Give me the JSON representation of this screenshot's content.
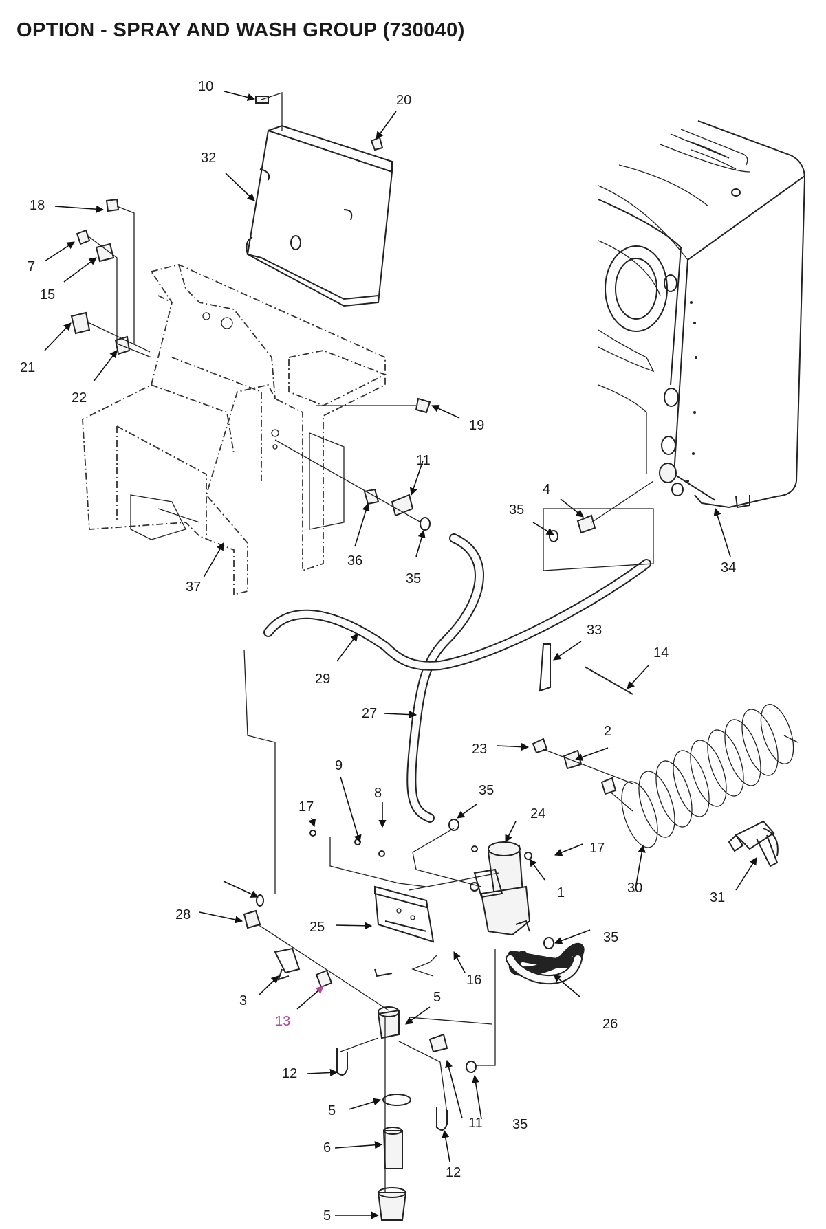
{
  "title": "OPTION - SPRAY AND WASH GROUP (730040)",
  "callouts": [
    "10",
    "20",
    "32",
    "18",
    "7",
    "15",
    "21",
    "22",
    "19",
    "11",
    "4",
    "35",
    "34",
    "36",
    "35",
    "37",
    "33",
    "14",
    "29",
    "27",
    "2",
    "23",
    "9",
    "8",
    "17",
    "35",
    "24",
    "17",
    "1",
    "35",
    "28",
    "25",
    "3",
    "16",
    "5",
    "13",
    "26",
    "30",
    "31",
    "12",
    "5",
    "11",
    "35",
    "6",
    "12",
    "5"
  ],
  "highlight_color": "#b0489c",
  "highlighted_callout": "13"
}
